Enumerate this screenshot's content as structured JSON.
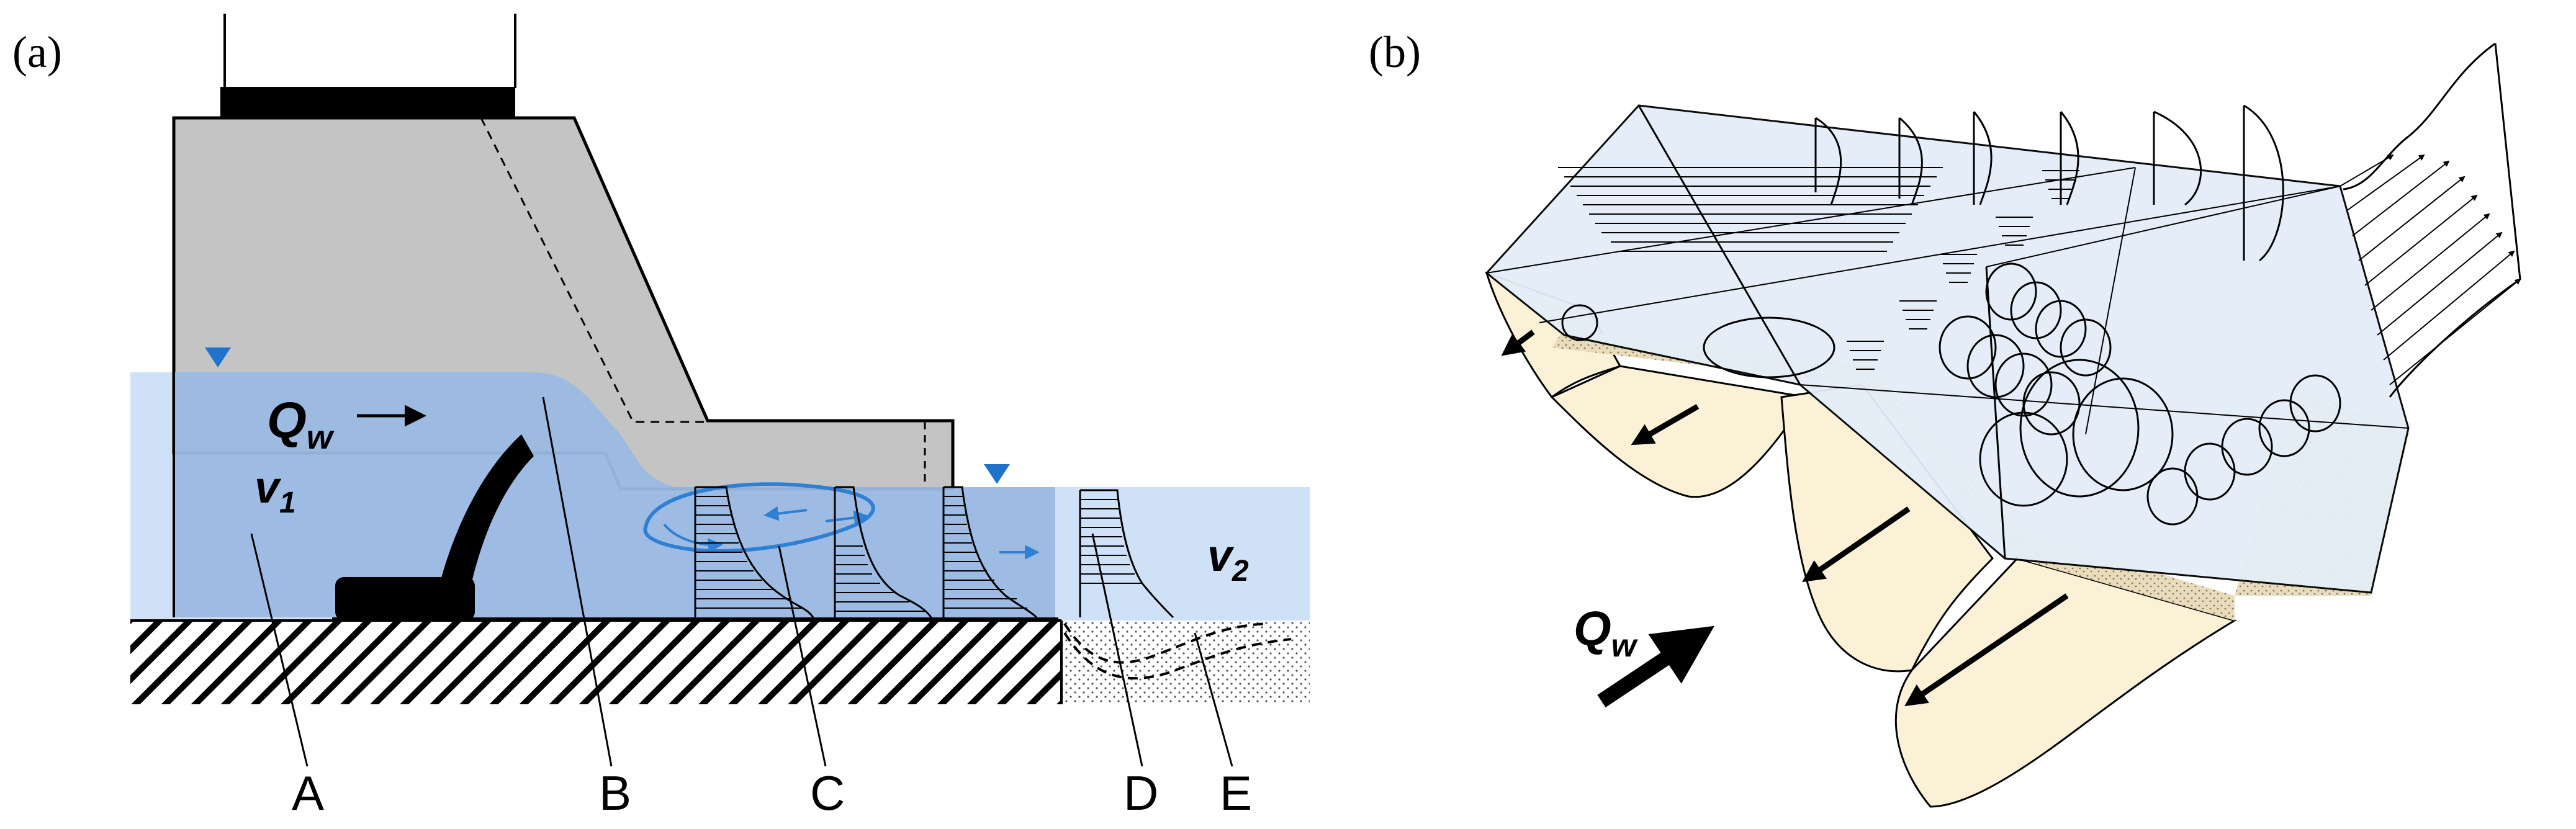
{
  "panels": {
    "a": {
      "label": "(a)"
    },
    "b": {
      "label": "(b)"
    }
  },
  "panel_a": {
    "flow_symbol": "Q",
    "flow_subscript": "w",
    "upstream_velocity_symbol": "v",
    "upstream_velocity_subscript": "1",
    "downstream_velocity_symbol": "v",
    "downstream_velocity_subscript": "2",
    "callouts": [
      "A",
      "B",
      "C",
      "D",
      "E"
    ]
  },
  "panel_b": {
    "flow_symbol": "Q",
    "flow_subscript": "w"
  },
  "colors": {
    "water_light": "#cfe1f7",
    "water_dark": "#9bb9e2",
    "structure_gray": "#c4c4c4",
    "water_marker": "#1f73c9",
    "vortex_blue": "#2f80d2",
    "bank_fill": "#fbf1d6",
    "water_3d": "#e4eef8"
  }
}
